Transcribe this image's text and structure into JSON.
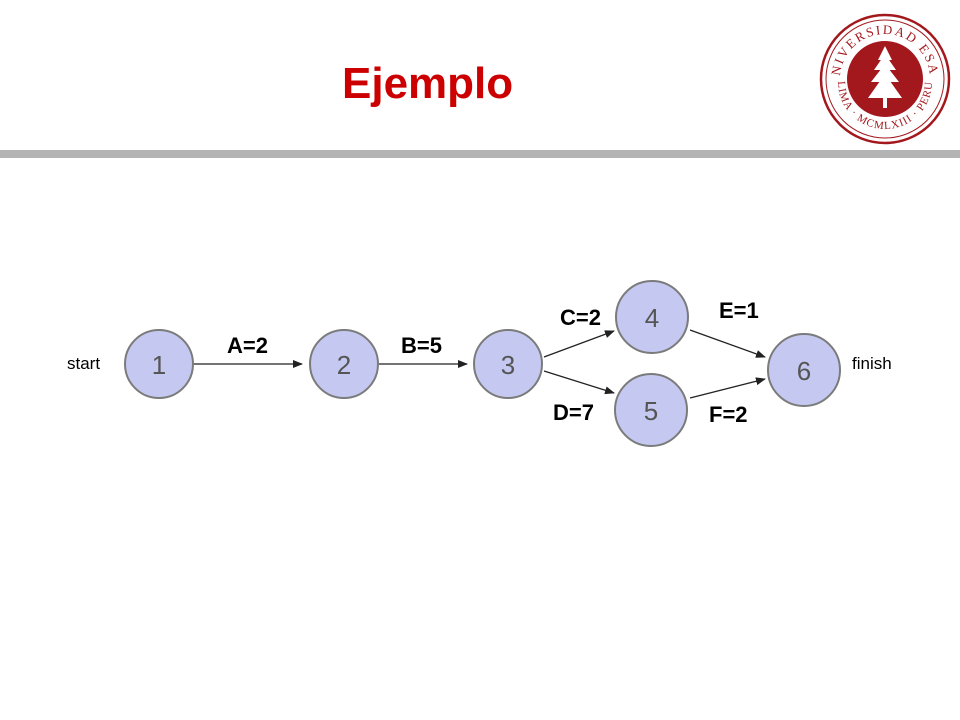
{
  "slide": {
    "title": "Ejemplo",
    "title_color": "#cc0000",
    "logo": {
      "icon": "universidad-esan-seal-icon",
      "ring_text": "UNIVERSIDAD ESAN",
      "bottom_text": "LIMA · MCMLXIII · PERU",
      "color": "#a3181d"
    }
  },
  "diagram": {
    "start_label": "start",
    "finish_label": "finish",
    "nodes": [
      {
        "id": "1",
        "label": "1"
      },
      {
        "id": "2",
        "label": "2"
      },
      {
        "id": "3",
        "label": "3"
      },
      {
        "id": "4",
        "label": "4"
      },
      {
        "id": "5",
        "label": "5"
      },
      {
        "id": "6",
        "label": "6"
      }
    ],
    "edges": [
      {
        "from": "1",
        "to": "2",
        "label": "A=2"
      },
      {
        "from": "2",
        "to": "3",
        "label": "B=5"
      },
      {
        "from": "3",
        "to": "4",
        "label": "C=2"
      },
      {
        "from": "3",
        "to": "5",
        "label": "D=7"
      },
      {
        "from": "4",
        "to": "6",
        "label": "E=1"
      },
      {
        "from": "5",
        "to": "6",
        "label": "F=2"
      }
    ]
  }
}
